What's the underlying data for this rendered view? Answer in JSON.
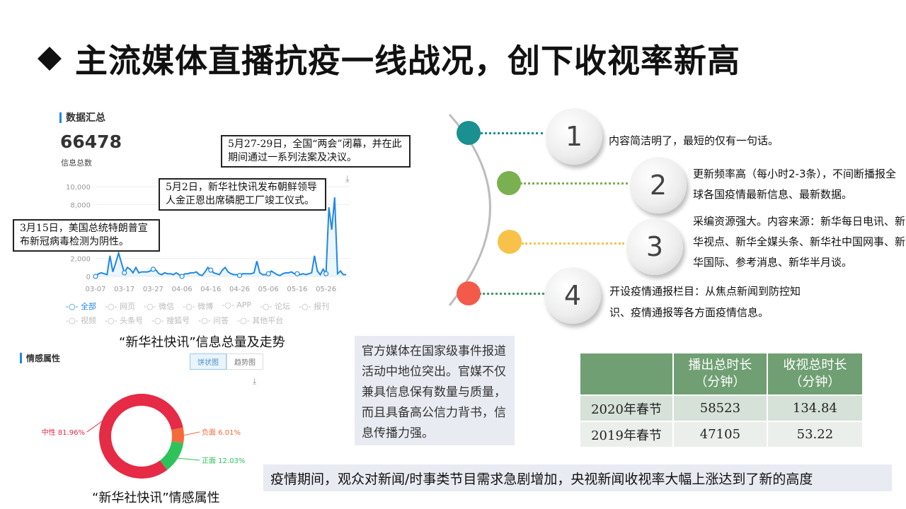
{
  "title": "主流媒体直播抗疫一线战况，创下收视率新高",
  "summary": {
    "heading": "数据汇总",
    "total": "66478",
    "total_label": "信息总数"
  },
  "callouts": [
    "3月15日，美国总统特朗普宣布新冠病毒检测为阴性。",
    "5月2日，新华社快讯发布朝鲜领导人金正恩出席磷肥工厂竣工仪式。",
    "5月27-29日，全国“两会”闭幕，并在此期间通过一系列法案及决议。"
  ],
  "chart_data": {
    "type": "line",
    "title": "“新华社快讯”信息总量及走势",
    "xlabel": "",
    "ylabel": "",
    "ylim": [
      0,
      10000
    ],
    "y_ticks": [
      "0",
      "2,000",
      "8,000",
      "10,000"
    ],
    "y_tick_values": [
      0,
      2000,
      8000,
      10000
    ],
    "x_ticks": [
      "03-07",
      "03-17",
      "03-27",
      "04-06",
      "04-16",
      "04-26",
      "05-06",
      "05-16",
      "05-26"
    ],
    "series": [
      {
        "name": "全部",
        "color": "#1e88e5",
        "values": [
          0,
          300,
          400,
          300,
          200,
          2300,
          500,
          1500,
          2600,
          1500,
          400,
          1000,
          800,
          400,
          1000,
          400,
          500,
          500,
          500,
          600,
          800,
          700,
          300,
          200,
          400,
          300,
          300,
          200,
          400,
          200,
          0,
          300,
          300,
          400,
          400,
          500,
          200,
          100,
          500,
          1000,
          700,
          400,
          300,
          200,
          700,
          1000,
          500,
          300,
          200,
          200,
          100,
          300,
          300,
          300,
          300,
          400,
          1700,
          400,
          200,
          200,
          300,
          600,
          400,
          200,
          100,
          300,
          400,
          400,
          500,
          300,
          300,
          200,
          300,
          200,
          300,
          400,
          2300,
          600,
          200,
          800,
          300,
          7700,
          5200,
          8800,
          300,
          600,
          200,
          200
        ]
      }
    ],
    "legend": [
      "全部",
      "网页",
      "微信",
      "微博",
      "APP",
      "论坛",
      "报刊",
      "视频",
      "头条号",
      "搜狐号",
      "问答",
      "其他平台"
    ]
  },
  "sentiment": {
    "heading": "情感属性",
    "buttons": [
      "饼状图",
      "趋势图"
    ],
    "caption": "“新华社快讯”情感属性",
    "chart_data": {
      "type": "pie",
      "slices": [
        {
          "label": "负面",
          "value": 6.01,
          "display": "负面 6.01%",
          "color": "#f26b3a"
        },
        {
          "label": "正面",
          "value": 12.03,
          "display": "正面 12.03%",
          "color": "#2fc25b"
        },
        {
          "label": "中性",
          "value": 81.96,
          "display": "中性 81.96%",
          "color": "#e52b45"
        }
      ]
    }
  },
  "items": [
    {
      "num": "1",
      "text": "内容简洁明了，最短的仅有一句话。",
      "color": "#1a9090"
    },
    {
      "num": "2",
      "text": "更新频率高（每小时2-3条），不间断播报全球各国疫情最新信息、最新数据。",
      "color": "#7ab04f"
    },
    {
      "num": "3",
      "text": "采编资源强大。内容来源：新华每日电讯、新华视点、新华全媒头条、新华社中国网事、新华国际、参考消息、新华半月谈。",
      "color": "#f8c24a"
    },
    {
      "num": "4",
      "text": "开设疫情通报栏目：从焦点新闻到防控知识、疫情通报等各方面疫情信息。",
      "color": "#f45a4a"
    }
  ],
  "note": "官方媒体在国家级事件报道活动中地位突出。官媒不仅兼具信息保有数量与质量，而且具备高公信力背书，信息传播力强。",
  "table": {
    "headers": [
      "",
      "播出总时长（分钟）",
      "收视总时长（分钟）"
    ],
    "rows": [
      [
        "2020年春节",
        "58523",
        "134.84"
      ],
      [
        "2019年春节",
        "47105",
        "53.22"
      ]
    ]
  },
  "bottom": "疫情期间，观众对新闻/时事类节目需求急剧增加，央视新闻收视率大幅上涨达到了新的高度"
}
